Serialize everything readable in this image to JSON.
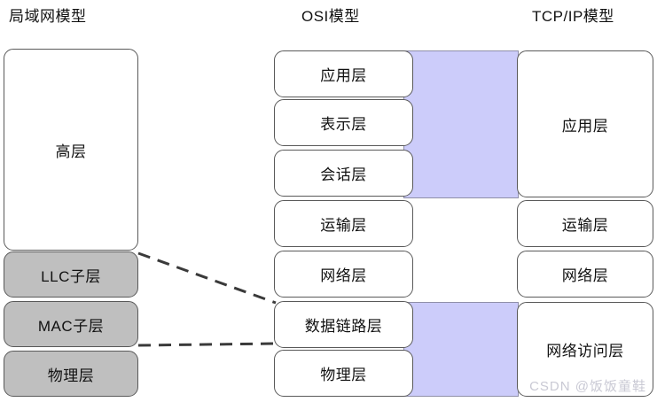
{
  "headers": {
    "lan": "局域网模型",
    "osi": "OSI模型",
    "tcpip": "TCP/IP模型"
  },
  "colors": {
    "band": "#ccccfa",
    "gray_box": "#bfbfbf",
    "box_border": "#595959",
    "text": "#111111",
    "watermark": "#c9c9d4"
  },
  "lan_model": {
    "layers": [
      {
        "label": "高层",
        "style": "white"
      },
      {
        "label": "LLC子层",
        "style": "gray"
      },
      {
        "label": "MAC子层",
        "style": "gray"
      },
      {
        "label": "物理层",
        "style": "gray"
      }
    ]
  },
  "osi_model": {
    "layers": [
      {
        "label": "应用层"
      },
      {
        "label": "表示层"
      },
      {
        "label": "会话层"
      },
      {
        "label": "运输层"
      },
      {
        "label": "网络层"
      },
      {
        "label": "数据链路层"
      },
      {
        "label": "物理层"
      }
    ]
  },
  "tcpip_model": {
    "layers": [
      {
        "label": "应用层",
        "spans": [
          "应用层",
          "表示层",
          "会话层"
        ]
      },
      {
        "label": "运输层",
        "spans": [
          "运输层"
        ]
      },
      {
        "label": "网络层",
        "spans": [
          "网络层"
        ]
      },
      {
        "label": "网络访问层",
        "spans": [
          "数据链路层",
          "物理层"
        ]
      }
    ]
  },
  "connectors": [
    {
      "from": "LLC子层",
      "to": "数据链路层",
      "style": "dashed"
    },
    {
      "from": "MAC子层",
      "to": "数据链路层",
      "style": "dashed"
    }
  ],
  "watermark": "CSDN @饭饭童鞋"
}
